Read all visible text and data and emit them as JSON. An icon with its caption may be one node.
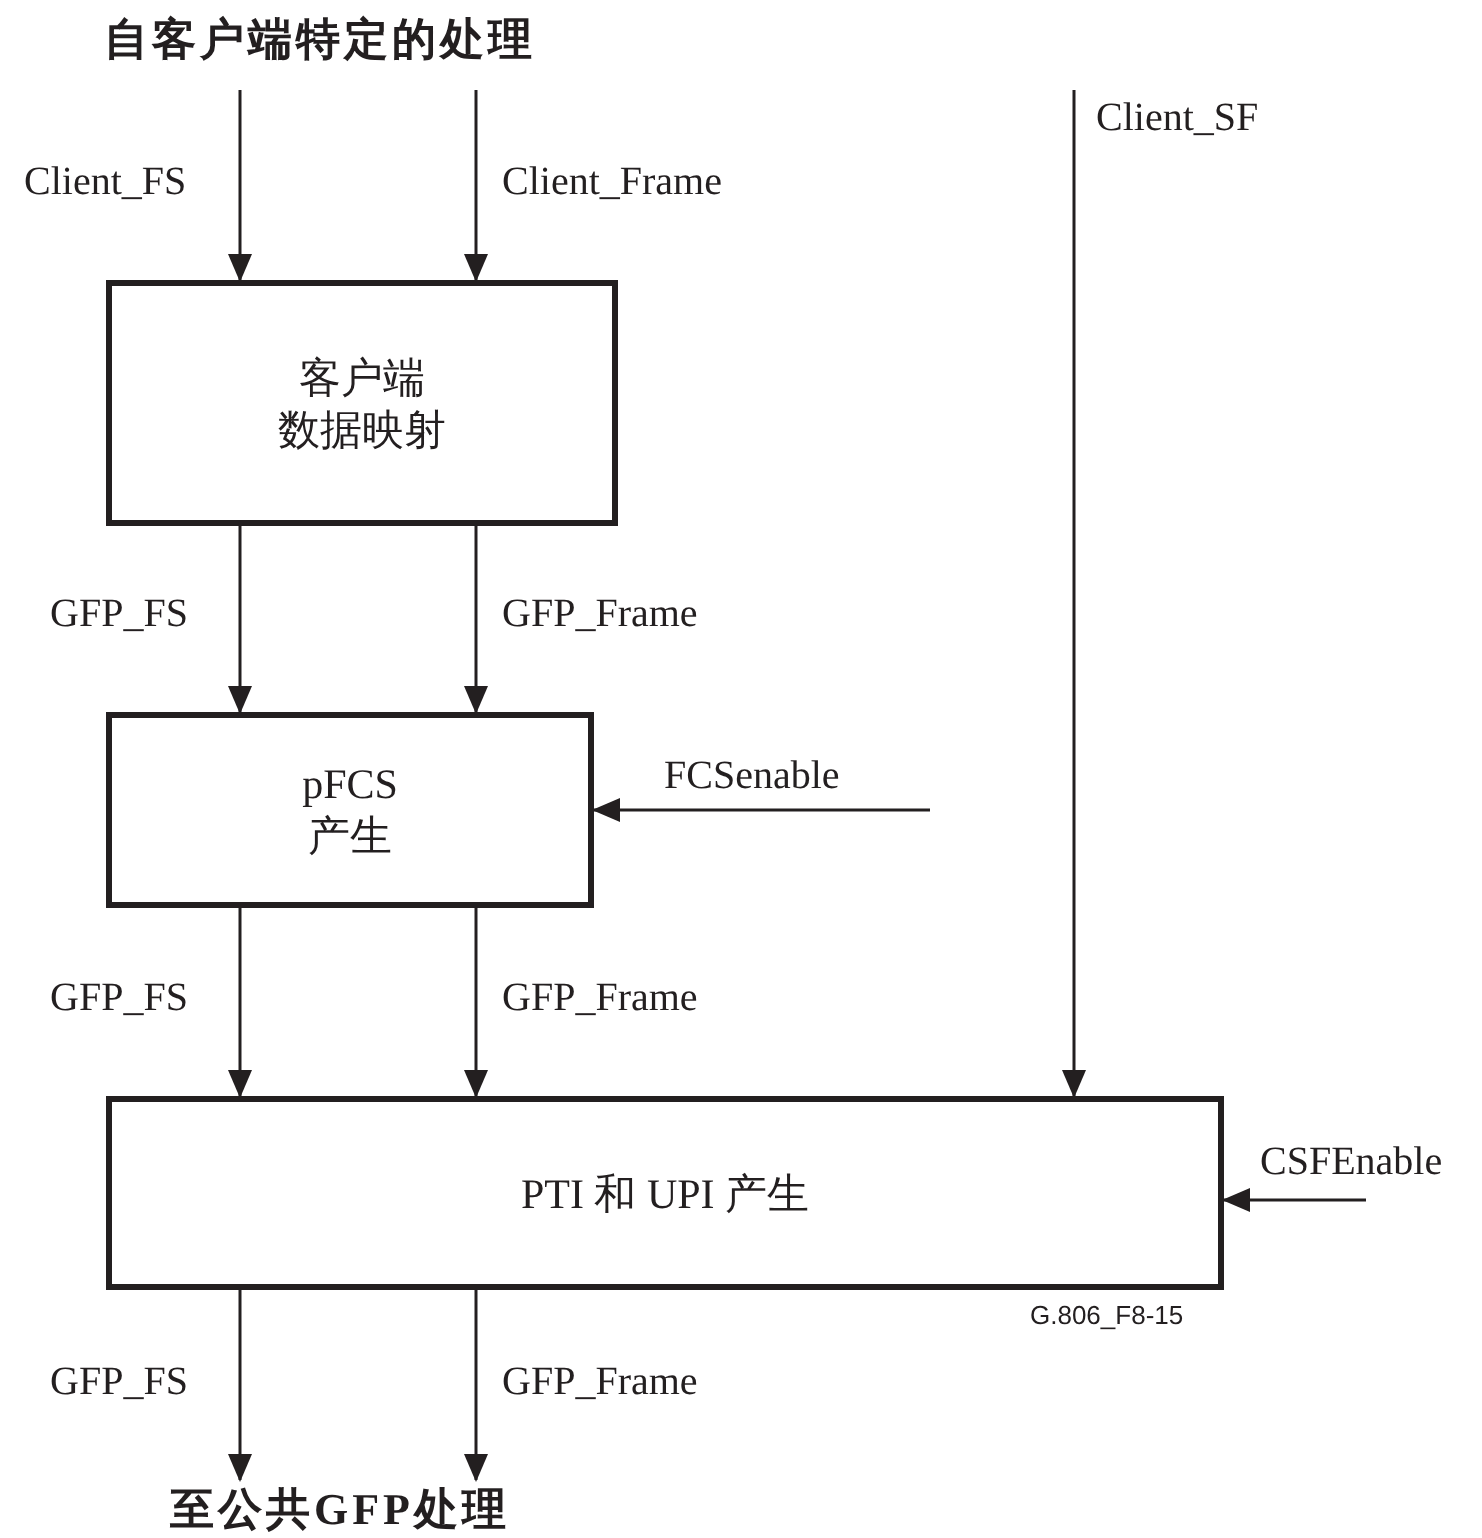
{
  "diagram": {
    "nodes": [
      {
        "text": [
          "自客户端特定的处理"
        ]
      },
      {
        "text": [
          "客户端数据映射"
        ]
      },
      {
        "text": [
          "pFCS 产生"
        ]
      },
      {
        "text": [
          "PTI 和 UPI 产生"
        ]
      },
      {
        "text": [
          "至公共GFP处理"
        ]
      }
    ],
    "edges": [
      {
        "from": 0,
        "to": 1,
        "arrow": "to",
        "label": "Client_FS"
      },
      {
        "from": 0,
        "to": 1,
        "arrow": "to",
        "label": "Client_Frame"
      },
      {
        "from": 1,
        "to": 2,
        "arrow": "to",
        "label": "GFP_FS"
      },
      {
        "from": 1,
        "to": 2,
        "arrow": "to",
        "label": "GFP_Frame"
      },
      {
        "from": 2,
        "to": 3,
        "arrow": "to",
        "label": "GFP_FS"
      },
      {
        "from": 2,
        "to": 3,
        "arrow": "to",
        "label": "GFP_Frame"
      },
      {
        "from": 3,
        "to": 4,
        "arrow": "to",
        "label": "GFP_FS"
      },
      {
        "from": 3,
        "to": 4,
        "arrow": "to",
        "label": "GFP_Frame"
      },
      {
        "from": null,
        "to": 3,
        "arrow": "to",
        "label": "Client_SF"
      },
      {
        "from": null,
        "to": 2,
        "arrow": "to",
        "label": "FCSenable"
      },
      {
        "from": null,
        "to": 3,
        "arrow": "to",
        "label": "CSFEnable"
      }
    ],
    "labels": [
      "G.806_F8-15"
    ]
  }
}
